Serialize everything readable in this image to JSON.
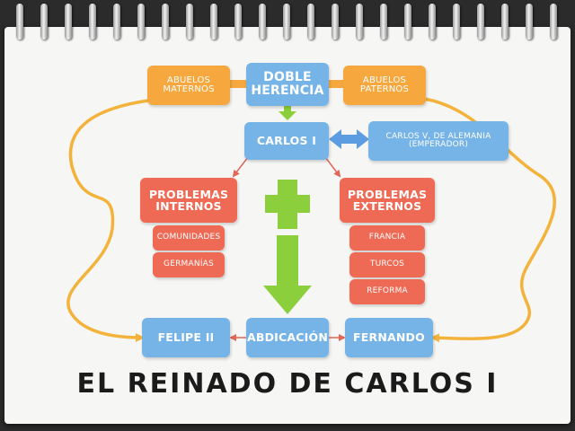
{
  "diagram": {
    "title": "EL REINADO DE CARLOS I",
    "nodes": {
      "abuelos_maternos": "ABUELOS MATERNOS",
      "doble_herencia": "DOBLE\nHERENCIA",
      "abuelos_paternos": "ABUELOS PATERNOS",
      "carlos_i": "CARLOS I",
      "carlos_v": "CARLOS V, DE ALEMANIA\n(EMPERADOR)",
      "problemas_internos": "PROBLEMAS\nINTERNOS",
      "problemas_externos": "PROBLEMAS\nEXTERNOS",
      "comunidades": "COMUNIDADES",
      "germanias": "GERMANÍAS",
      "francia": "FRANCIA",
      "turcos": "TURCOS",
      "reforma": "REFORMA",
      "felipe_ii": "FELIPE II",
      "abdicacion": "ABDICACIÓN",
      "fernando": "FERNANDO"
    },
    "colors": {
      "blue": "#76b3e6",
      "orange": "#f6a83f",
      "red": "#ee6a55",
      "green": "#8ccf3c",
      "curve": "#f3b23a",
      "arrow_red": "#e0675a",
      "double_arrow": "#5b9de0"
    }
  }
}
